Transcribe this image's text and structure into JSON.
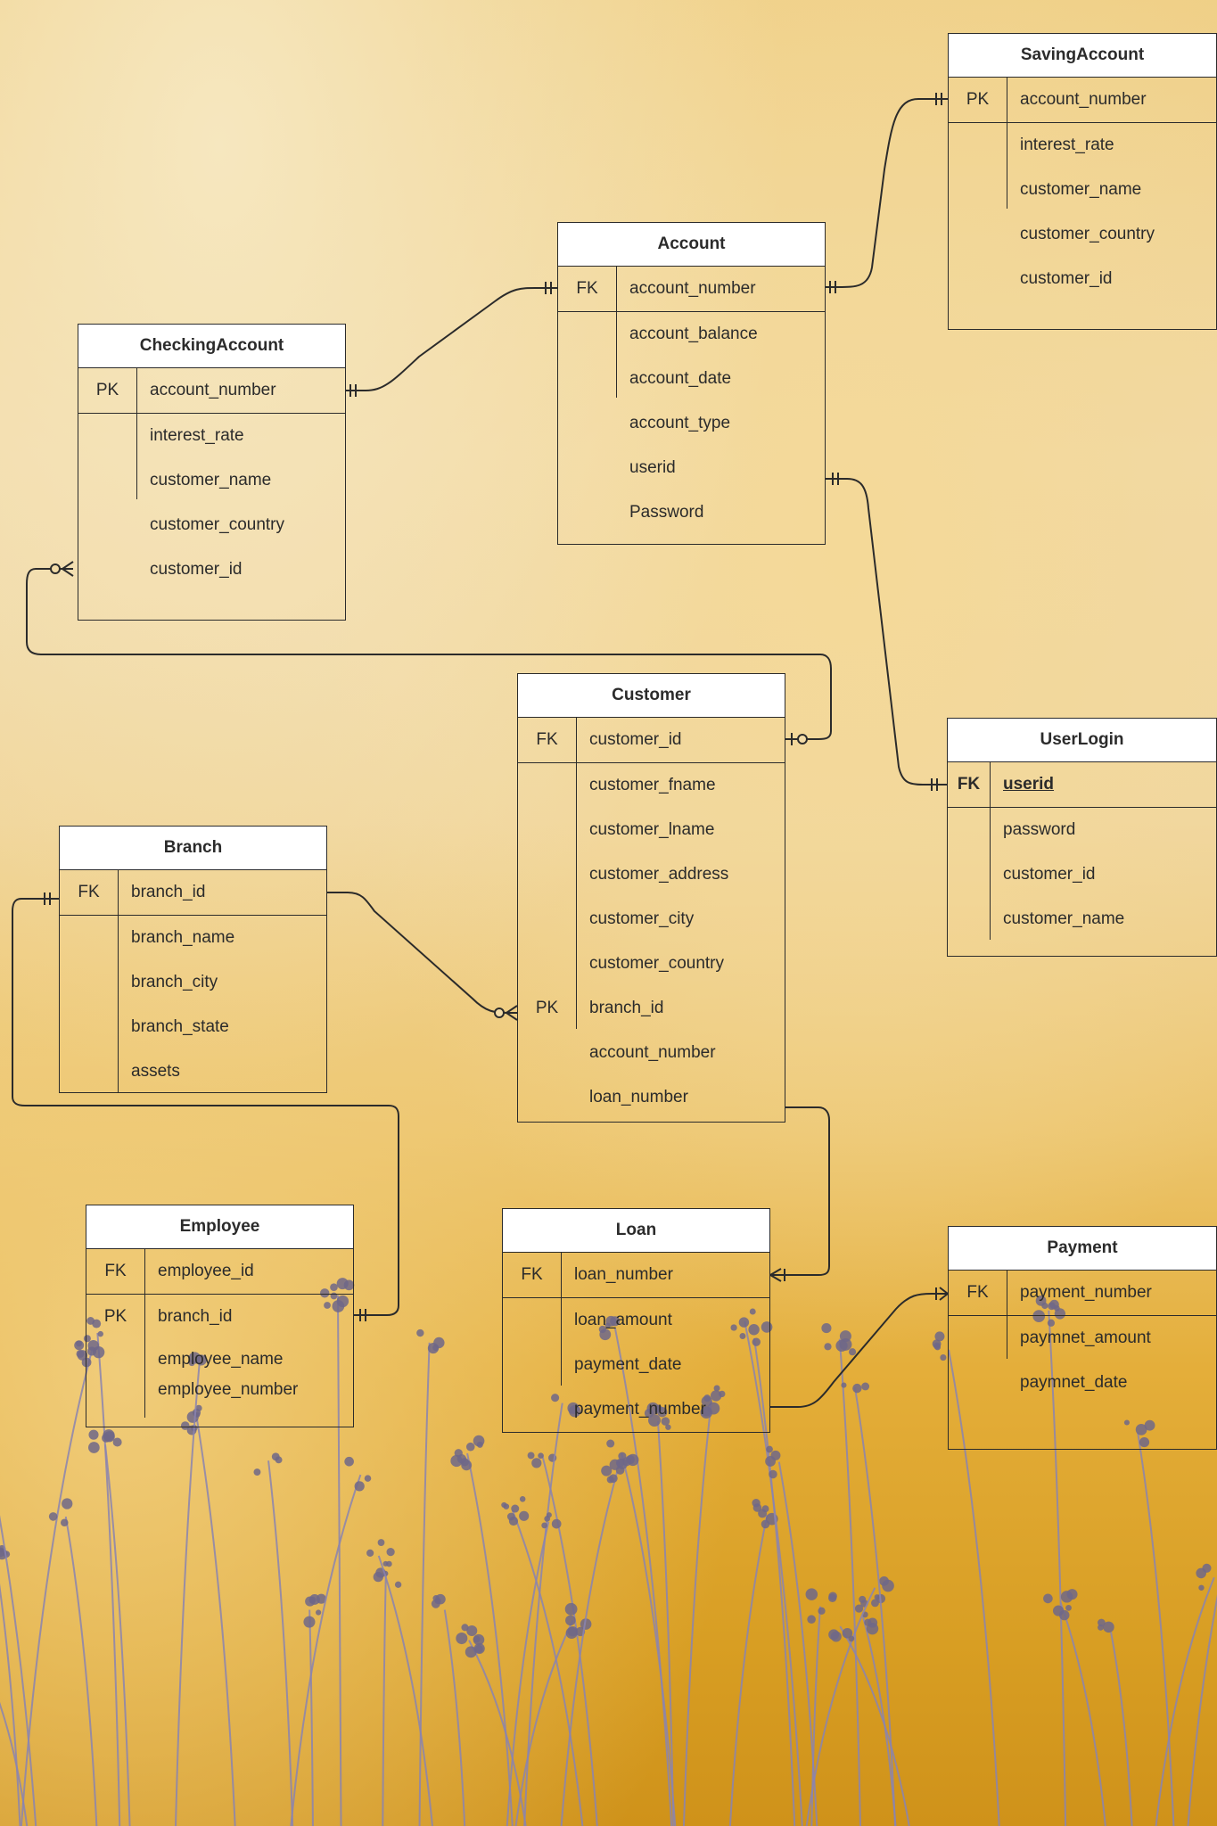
{
  "entities": {
    "saving_account": {
      "title": "SavingAccount",
      "rows": [
        {
          "key": "PK",
          "field": "account_number"
        },
        {
          "key": "",
          "field": "interest_rate"
        },
        {
          "key": "",
          "field": "customer_name"
        },
        {
          "key": "",
          "field": "customer_country"
        },
        {
          "key": "",
          "field": "customer_id"
        }
      ]
    },
    "account": {
      "title": "Account",
      "rows": [
        {
          "key": "FK",
          "field": "account_number"
        },
        {
          "key": "",
          "field": "account_balance"
        },
        {
          "key": "",
          "field": "account_date"
        },
        {
          "key": "",
          "field": "account_type"
        },
        {
          "key": "",
          "field": "userid"
        },
        {
          "key": "",
          "field": "Password"
        }
      ]
    },
    "checking_account": {
      "title": "CheckingAccount",
      "rows": [
        {
          "key": "PK",
          "field": "account_number"
        },
        {
          "key": "",
          "field": "interest_rate"
        },
        {
          "key": "",
          "field": "customer_name"
        },
        {
          "key": "",
          "field": "customer_country"
        },
        {
          "key": "",
          "field": "customer_id"
        }
      ]
    },
    "customer": {
      "title": "Customer",
      "rows": [
        {
          "key": "FK",
          "field": "customer_id"
        },
        {
          "key": "",
          "field": "customer_fname"
        },
        {
          "key": "",
          "field": "customer_lname"
        },
        {
          "key": "",
          "field": "customer_address"
        },
        {
          "key": "",
          "field": "customer_city"
        },
        {
          "key": "",
          "field": "customer_country"
        },
        {
          "key": "PK",
          "field": "branch_id"
        },
        {
          "key": "",
          "field": "account_number"
        },
        {
          "key": "",
          "field": "loan_number"
        }
      ]
    },
    "user_login": {
      "title": "UserLogin",
      "rows": [
        {
          "key": "FK",
          "field": "userid"
        },
        {
          "key": "",
          "field": "password"
        },
        {
          "key": "",
          "field": "customer_id"
        },
        {
          "key": "",
          "field": "customer_name"
        }
      ]
    },
    "branch": {
      "title": "Branch",
      "rows": [
        {
          "key": "FK",
          "field": "branch_id"
        },
        {
          "key": "",
          "field": "branch_name"
        },
        {
          "key": "",
          "field": "branch_city"
        },
        {
          "key": "",
          "field": "branch_state"
        },
        {
          "key": "",
          "field": "assets"
        }
      ]
    },
    "employee": {
      "title": "Employee",
      "rows": [
        {
          "key": "FK",
          "field": "employee_id"
        },
        {
          "key": "PK",
          "field": "branch_id"
        },
        {
          "key": "",
          "field": "employee_name"
        },
        {
          "key": "",
          "field": "employee_number"
        }
      ]
    },
    "loan": {
      "title": "Loan",
      "rows": [
        {
          "key": "FK",
          "field": "loan_number"
        },
        {
          "key": "",
          "field": "loan_amount"
        },
        {
          "key": "",
          "field": "payment_date"
        },
        {
          "key": "",
          "field": "payment_number"
        }
      ]
    },
    "payment": {
      "title": "Payment",
      "rows": [
        {
          "key": "FK",
          "field": "payment_number"
        },
        {
          "key": "",
          "field": "paymnet_amount"
        },
        {
          "key": "",
          "field": "paymnet_date"
        }
      ]
    }
  },
  "colors": {
    "line": "#2b2b2b",
    "header_bg": "#ffffff",
    "plant_stem": "#8a84b0",
    "plant_flower": "#6f6788"
  }
}
